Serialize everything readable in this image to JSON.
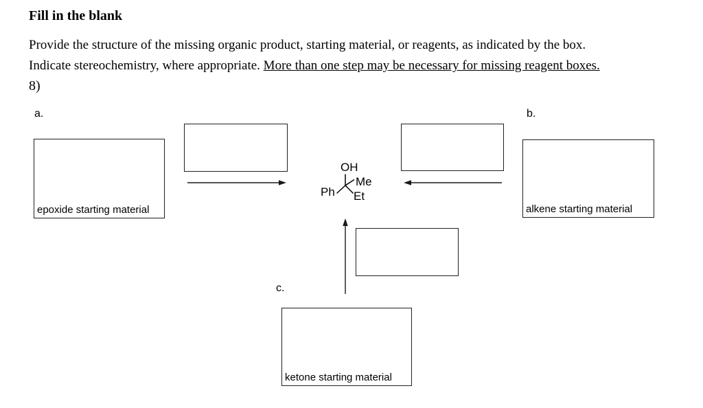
{
  "page": {
    "title": "Fill in the blank",
    "instructions_line1": "Provide the structure of the missing organic product, starting material, or reagents, as indicated by the box.",
    "instructions_line2_regular": "Indicate stereochemistry, where appropriate. ",
    "instructions_line2_underlined": "More than one step may be necessary for missing reagent boxes.",
    "question_number": "8)"
  },
  "sections": {
    "a_label": "a.",
    "b_label": "b.",
    "c_label": "c."
  },
  "boxes": {
    "epoxide_caption": "epoxide starting material",
    "alkene_caption": "alkene starting material",
    "ketone_caption": "ketone starting material"
  },
  "molecule": {
    "hydroxyl": "OH",
    "methyl": "Me",
    "ethyl": "Et",
    "phenyl": "Ph"
  },
  "colors": {
    "ink": "#000000",
    "box_border": "#1f1f1f"
  }
}
